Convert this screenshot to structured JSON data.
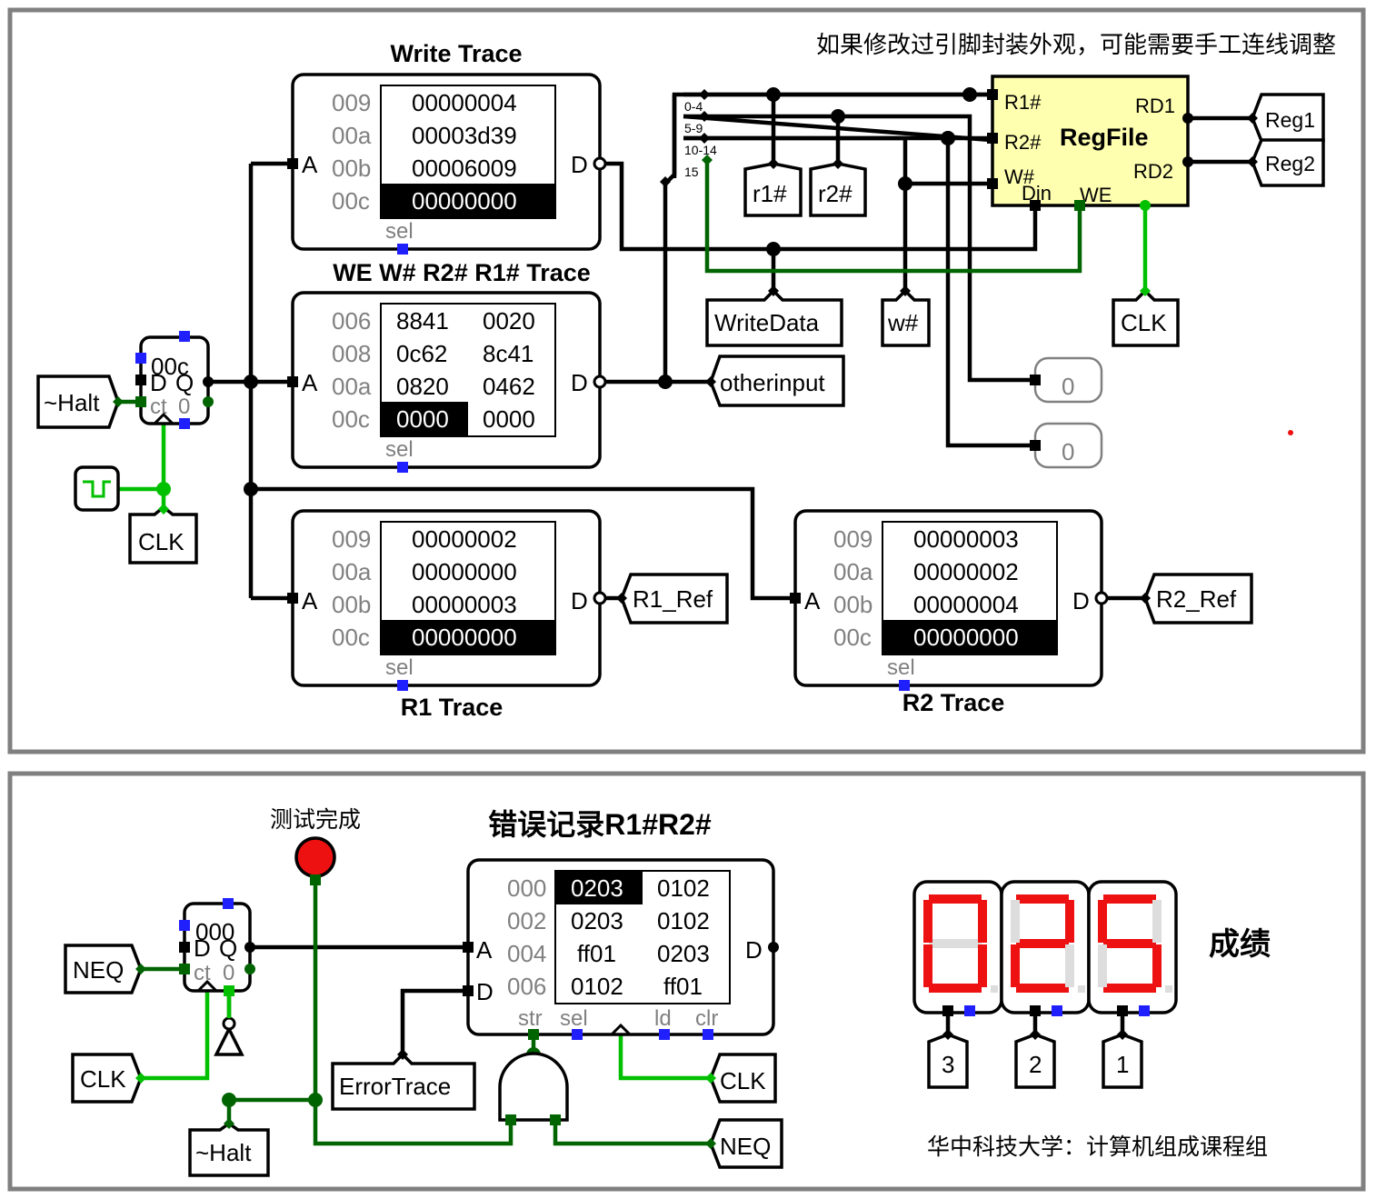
{
  "top_note": "如果修改过引脚封装外观，可能需要手工连线调整",
  "colors": {
    "wire": "#000000",
    "wire_on": "#00c000",
    "wire_dark": "#006400",
    "pin": "#2020ff",
    "frame": "#808080",
    "led_on": "#ee1111",
    "led_off": "#dddddd",
    "regfile_bg": "#ffffb0"
  },
  "write_trace": {
    "title": "Write Trace",
    "addr": [
      "009",
      "00a",
      "00b",
      "00c"
    ],
    "values": [
      "00000004",
      "00003d39",
      "00006009",
      "00000000"
    ],
    "port_a": "A",
    "port_d": "D",
    "sel": "sel"
  },
  "we_trace": {
    "title": "WE W# R2# R1# Trace",
    "addr": [
      "006",
      "008",
      "00a",
      "00c"
    ],
    "col1": [
      "8841",
      "0c62",
      "0820",
      "0000"
    ],
    "col2": [
      "0020",
      "8c41",
      "0462",
      "0000"
    ],
    "port_a": "A",
    "port_d": "D",
    "sel": "sel"
  },
  "r1_trace": {
    "title": "R1 Trace",
    "addr": [
      "009",
      "00a",
      "00b",
      "00c"
    ],
    "values": [
      "00000002",
      "00000000",
      "00000003",
      "00000000"
    ],
    "port_a": "A",
    "port_d": "D",
    "sel": "sel"
  },
  "r2_trace": {
    "title": "R2 Trace",
    "addr": [
      "009",
      "00a",
      "00b",
      "00c"
    ],
    "values": [
      "00000003",
      "00000002",
      "00000004",
      "00000000"
    ],
    "port_a": "A",
    "port_d": "D",
    "sel": "sel"
  },
  "counter_top": {
    "value": "00c",
    "d": "D",
    "q": "Q",
    "ct": "ct",
    "zero": "0"
  },
  "counter_bottom": {
    "value": "000",
    "d": "D",
    "q": "Q",
    "ct": "ct",
    "zero": "0"
  },
  "splitter_labels": [
    "0-4",
    "5-9",
    "10-14",
    "15"
  ],
  "regfile": {
    "title": "RegFile",
    "r1": "R1#",
    "r2": "R2#",
    "w": "W#",
    "din": "Din",
    "we": "WE",
    "rd1": "RD1",
    "rd2": "RD2"
  },
  "tunnels": {
    "halt_top": "~Halt",
    "clk_top": "CLK",
    "r1": "r1#",
    "r2": "r2#",
    "write_data": "WriteData",
    "w": "w#",
    "clk_reg": "CLK",
    "other": "otherinput",
    "reg1": "Reg1",
    "reg2": "Reg2",
    "r1_ref": "R1_Ref",
    "r2_ref": "R2_Ref",
    "neq_left": "NEQ",
    "clk_left": "CLK",
    "halt_bottom": "~Halt",
    "error_trace": "ErrorTrace",
    "clk_right": "CLK",
    "neq_right": "NEQ",
    "digit3": "3",
    "digit2": "2",
    "digit1": "1"
  },
  "probes": [
    "0",
    "0"
  ],
  "test_done": "测试完成",
  "error_log": {
    "title": "错误记录R1#R2#",
    "addr": [
      "000",
      "002",
      "004",
      "006"
    ],
    "col1": [
      "0203",
      "0203",
      "ff01",
      "0102"
    ],
    "col2": [
      "0102",
      "0102",
      "0203",
      "ff01"
    ],
    "port_a": "A",
    "port_d": "D",
    "str": "str",
    "sel": "sel",
    "ld": "ld",
    "clr": "clr"
  },
  "score": {
    "label": "成绩",
    "digits": [
      "0",
      "2",
      "5"
    ]
  },
  "credit": "华中科技大学：计算机组成课程组"
}
